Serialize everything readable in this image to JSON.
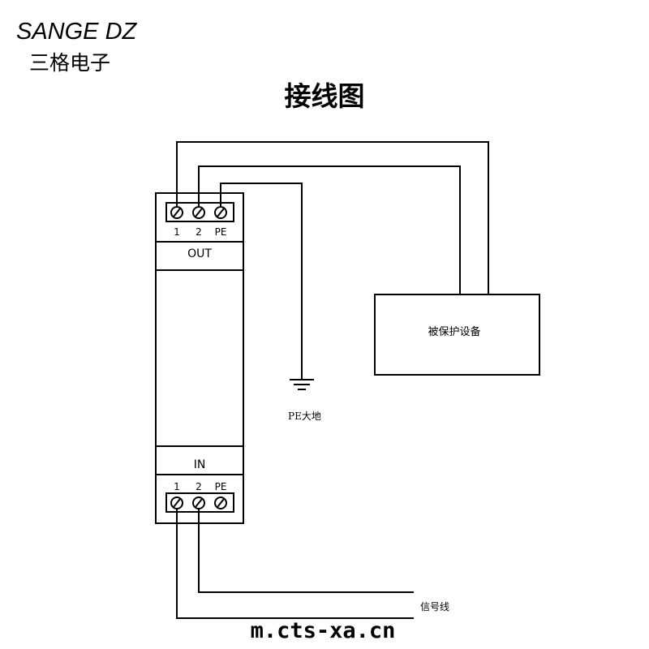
{
  "brand": {
    "name": "SANGE DZ",
    "subtitle": "三格电子"
  },
  "title": "接线图",
  "module": {
    "out_terminals": [
      "1",
      "2",
      "PE"
    ],
    "out_label": "OUT",
    "in_label": "IN",
    "in_terminals": [
      "1",
      "2",
      "PE"
    ]
  },
  "protected_device": "被保护设备",
  "ground_label": "PE大地",
  "signal_label": "信号线",
  "watermark": "m.cts-xa.cn"
}
